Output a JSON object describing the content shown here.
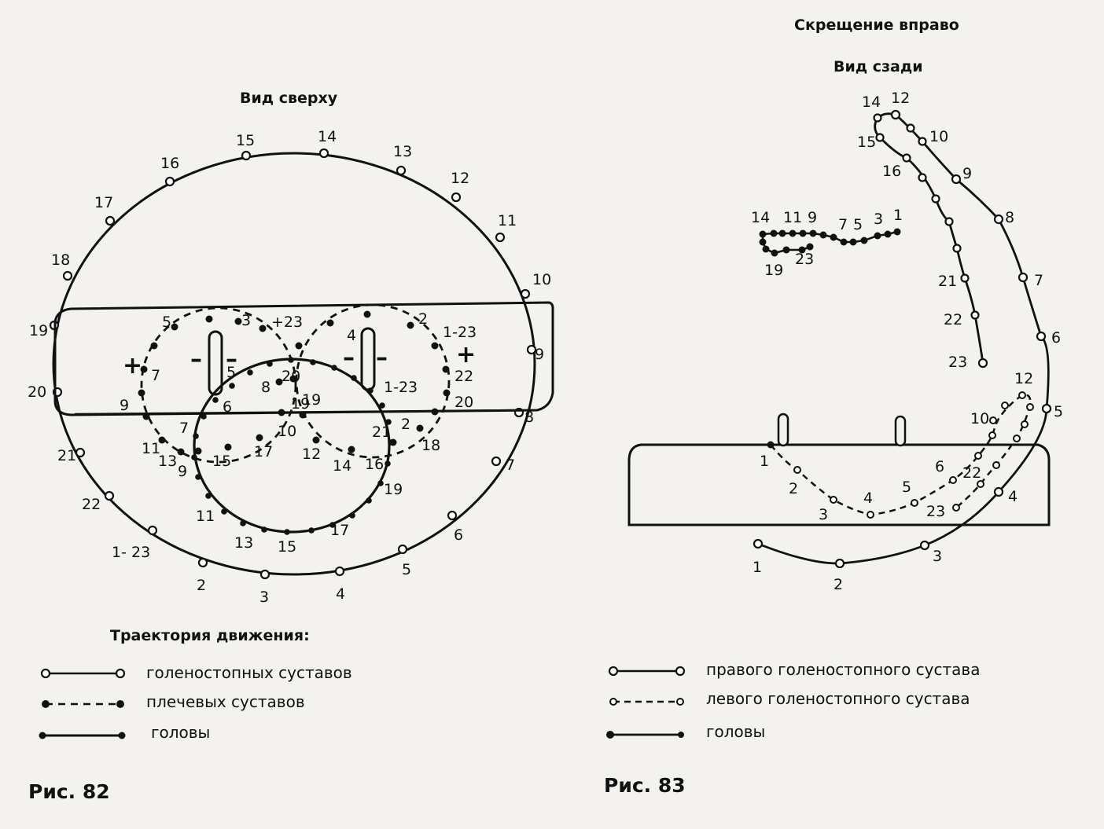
{
  "fig82": {
    "title": "Вид сверху",
    "trajectory_title": "Траектория движения:",
    "legend": {
      "ankles": "голеностопных суставов",
      "shoulders": "плечевых суставов",
      "head": "головы"
    },
    "caption": "Рис. 82",
    "ankle_labels": [
      "1- 23",
      "2",
      "3",
      "4",
      "5",
      "6",
      "7",
      "8",
      "9",
      "10",
      "11",
      "12",
      "13",
      "14",
      "15",
      "16",
      "17",
      "18",
      "19",
      "20",
      "21",
      "22"
    ],
    "shoulder_labels": [
      "5",
      "3",
      "+23",
      "4",
      "2",
      "1-23",
      "22",
      "20",
      "18",
      "16",
      "14",
      "12",
      "10",
      "8",
      "7",
      "9",
      "11",
      "13",
      "15",
      "17",
      "19",
      "21"
    ],
    "head_labels": [
      "20",
      "19",
      "1-23",
      "2",
      "21",
      "6",
      "9",
      "11",
      "13",
      "15",
      "17",
      "19"
    ],
    "signs": [
      "+",
      "–",
      "–",
      "+"
    ]
  },
  "fig83": {
    "title_line1": "Скрещение вправо",
    "title_line2": "Вид сзади",
    "legend": {
      "right_ankle": "правого голеностопного сустава",
      "left_ankle": "левого голеностопного сустава",
      "head": "головы"
    },
    "caption": "Рис. 83",
    "right_ankle_labels": [
      "1",
      "2",
      "3",
      "4",
      "5",
      "6",
      "7",
      "8",
      "9",
      "10",
      "12",
      "14",
      "15",
      "16",
      "21",
      "22",
      "23"
    ],
    "left_ankle_labels": [
      "1",
      "2",
      "3",
      "4",
      "5",
      "6",
      "22",
      "23",
      "10",
      "12"
    ],
    "head_labels": [
      "14",
      "11",
      "9",
      "7",
      "5",
      "3",
      "1",
      "19",
      "23"
    ]
  }
}
